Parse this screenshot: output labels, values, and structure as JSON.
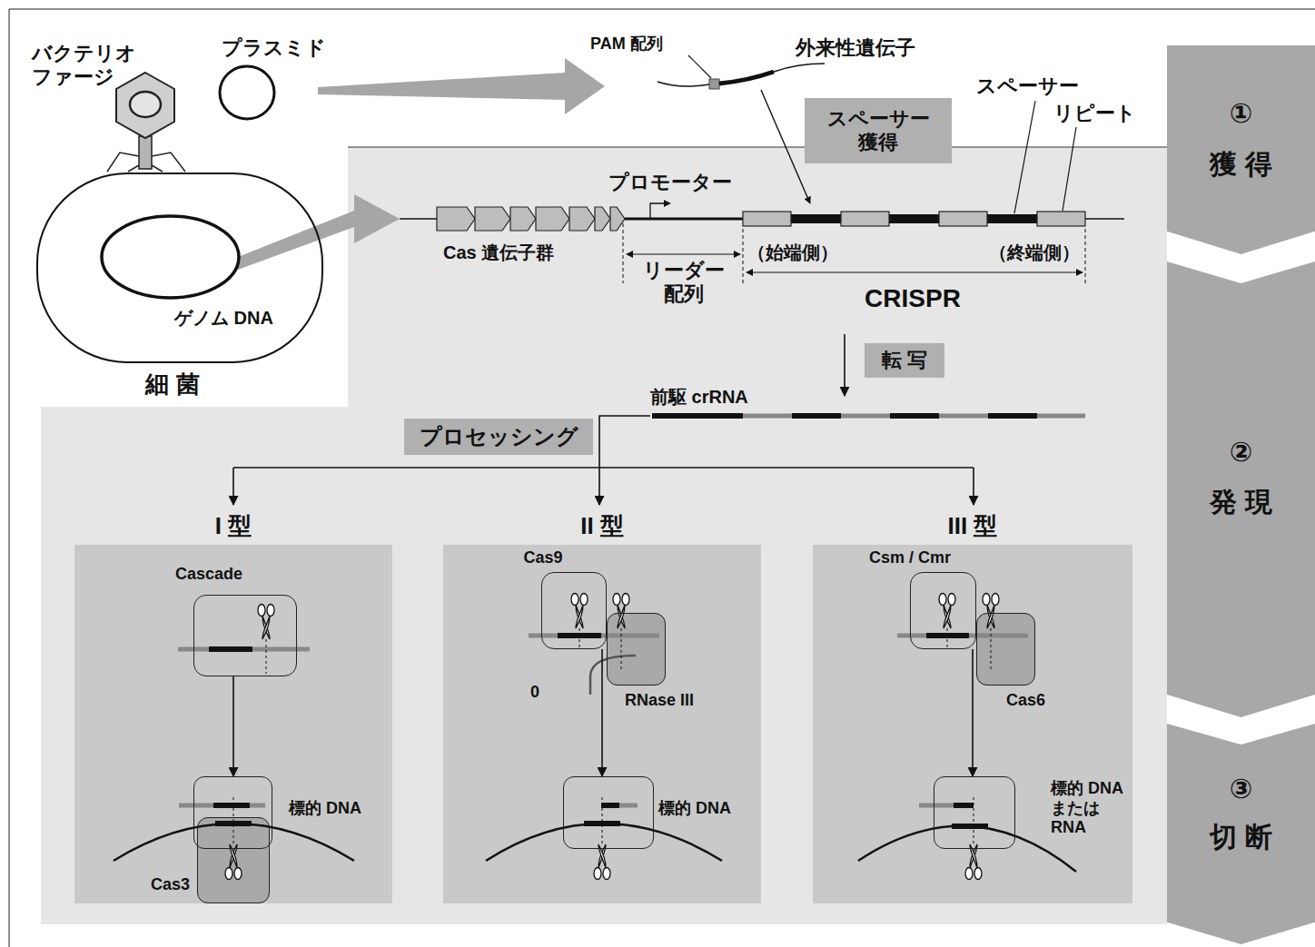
{
  "diagram": {
    "nodes": [
      {
        "text": [
          "①",
          "獲 得"
        ]
      },
      {
        "text": [
          "スペーサー 獲得"
        ]
      },
      {
        "text": [
          "細 菌"
        ]
      },
      {
        "text": [
          "ゲノム DNA"
        ],
        "in": 2
      },
      {
        "text": [
          "②",
          "発 現"
        ]
      },
      {
        "text": [
          "転 写"
        ]
      },
      {
        "text": [
          "プロセッシング"
        ]
      },
      {
        "text": [
          "I 型"
        ]
      },
      {
        "text": [
          "Cascade"
        ],
        "in": 7
      },
      {
        "text": [
          "標的 DNA"
        ],
        "in": 7
      },
      {
        "text": [
          "Cas3"
        ],
        "in": 7
      },
      {
        "text": [
          "II 型"
        ]
      },
      {
        "text": [
          "Cas9"
        ],
        "in": 11
      },
      {
        "text": [
          "RNase III"
        ],
        "in": 11
      },
      {
        "text": [
          "標的 DNA"
        ],
        "in": 11
      },
      {
        "text": [
          "III 型"
        ]
      },
      {
        "text": [
          "Csm / Cmr"
        ],
        "in": 15
      },
      {
        "text": [
          "Cas6"
        ],
        "in": 15
      },
      {
        "text": [
          "標的 DNA または RNA"
        ],
        "in": 15
      },
      {
        "text": [
          "③",
          "切 断"
        ]
      }
    ],
    "edges": [
      {
        "from": 8,
        "to": 9,
        "arrow": "to"
      },
      {
        "from": 12,
        "to": 14,
        "arrow": "to"
      },
      {
        "from": 16,
        "to": 18,
        "arrow": "to"
      }
    ],
    "labels": [
      "バクテリオ ファージ",
      "プラスミド",
      "PAM 配列",
      "外来性遺伝子",
      "スペーサー",
      "リピート",
      "プロモーター",
      "Cas 遺伝子群",
      "リーダー 配列",
      "（始端側）",
      "（終端側）",
      "CRISPR",
      "前駆 crRNA",
      "0"
    ]
  }
}
